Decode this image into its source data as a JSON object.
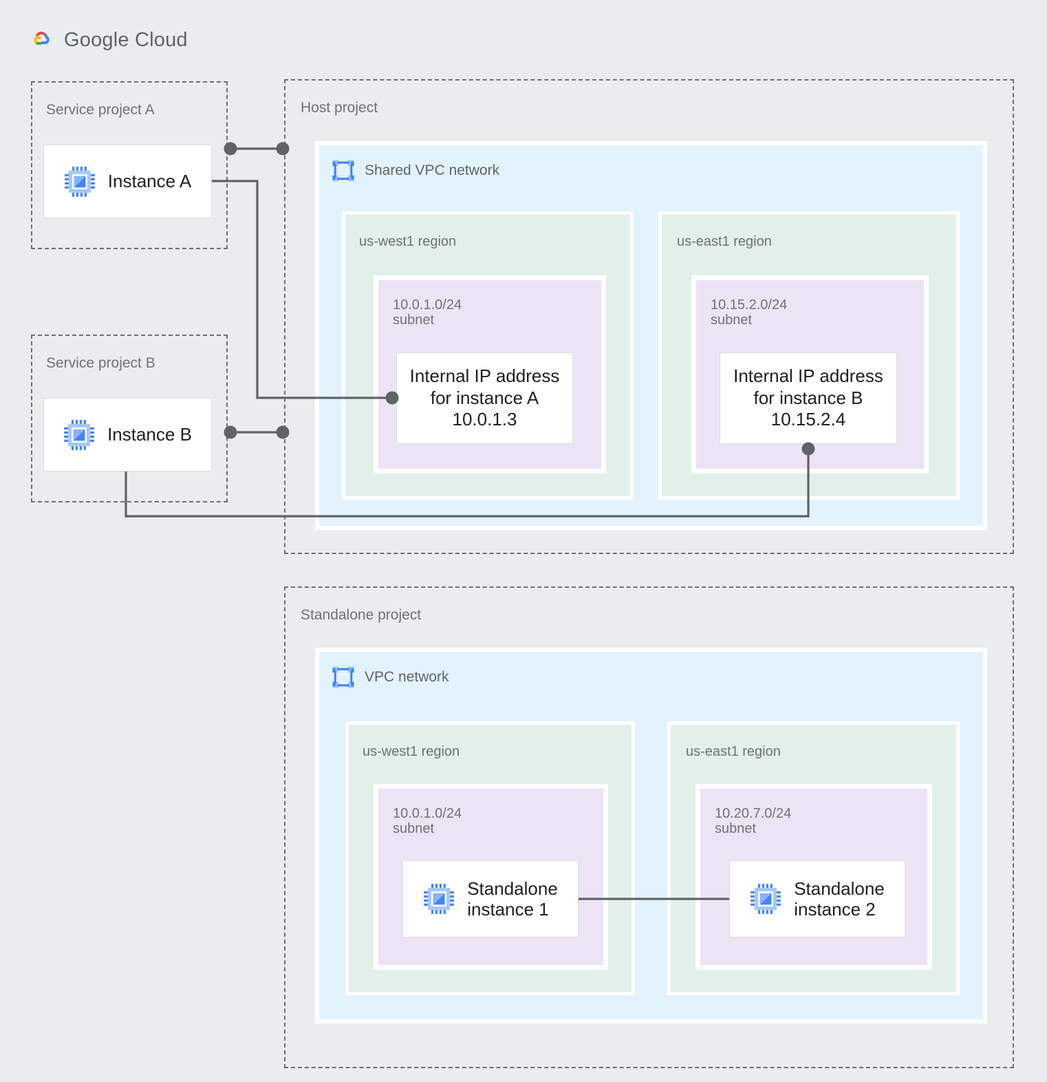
{
  "brand": {
    "name_bold": "Google",
    "name_light": " Cloud",
    "logo_icon": "google-cloud-logo",
    "colors": {
      "red": "#ea4335",
      "blue": "#4285f4",
      "yellow": "#fbbc04",
      "green": "#34a853"
    }
  },
  "palette": {
    "page_background": "#eaeded",
    "project_border": "#6b6f73",
    "vpc_fill": "#e3f3fd",
    "region_fill": "#e2f0e9",
    "subnet_fill": "#ece4f5",
    "card_fill": "#ffffff",
    "wire": "#5f6368",
    "icon_blue": "#4285f4",
    "icon_blue_light": "#a8c7fa",
    "caption_text": "#6d7175",
    "body_text": "#202124"
  },
  "projects": {
    "service_a": {
      "title": "Service project A",
      "instance": {
        "label": "Instance A",
        "icon": "compute-instance-icon"
      }
    },
    "service_b": {
      "title": "Service project B",
      "instance": {
        "label": "Instance B",
        "icon": "compute-instance-icon"
      }
    },
    "host": {
      "title": "Host project",
      "network": {
        "title": "Shared VPC network",
        "icon": "vpc-network-icon",
        "regions": [
          {
            "name": "us-west1 region",
            "subnet": {
              "cidr": "10.0.1.0/24",
              "kind": "subnet",
              "resource": {
                "type": "internal-ip",
                "line1": "Internal IP address",
                "line2": "for instance A",
                "address": "10.0.1.3"
              }
            }
          },
          {
            "name": "us-east1 region",
            "subnet": {
              "cidr": "10.15.2.0/24",
              "kind": "subnet",
              "resource": {
                "type": "internal-ip",
                "line1": "Internal IP address",
                "line2": "for instance B",
                "address": "10.15.2.4"
              }
            }
          }
        ]
      }
    },
    "standalone": {
      "title": "Standalone project",
      "network": {
        "title": "VPC network",
        "icon": "vpc-network-icon",
        "regions": [
          {
            "name": "us-west1 region",
            "subnet": {
              "cidr": "10.0.1.0/24",
              "kind": "subnet",
              "resource": {
                "type": "compute-instance",
                "label": "Standalone\ninstance 1",
                "icon": "compute-instance-icon"
              }
            }
          },
          {
            "name": "us-east1 region",
            "subnet": {
              "cidr": "10.20.7.0/24",
              "kind": "subnet",
              "resource": {
                "type": "compute-instance",
                "label": "Standalone\ninstance 2",
                "icon": "compute-instance-icon"
              }
            }
          }
        ]
      }
    }
  },
  "connections": [
    {
      "name": "instance-a-to-host-project",
      "style": "dot-line-dot"
    },
    {
      "name": "instance-a-to-internal-ip-a",
      "style": "elbow-with-endpoint-dot"
    },
    {
      "name": "instance-b-to-host-project",
      "style": "dot-line-dot"
    },
    {
      "name": "instance-b-to-internal-ip-b",
      "style": "elbow-with-endpoint-dot"
    },
    {
      "name": "standalone-instance-1-to-standalone-instance-2",
      "style": "plain-line"
    }
  ]
}
